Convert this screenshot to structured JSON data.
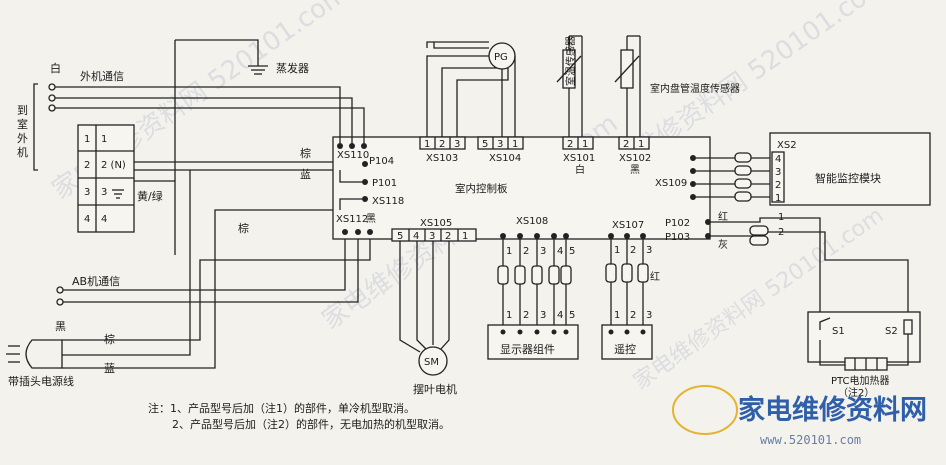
{
  "labels": {
    "white_top": "白",
    "outdoor_comm": "外机通信",
    "to_outdoor": "到室外机",
    "evaporator": "蒸发器",
    "pg": "PG",
    "room_temp_sensor": "室温传感器",
    "coil_temp_sensor": "室内盘管温度传感器",
    "xs110": "XS110",
    "p104": "P104",
    "p101": "P101",
    "xs118": "XS118",
    "xs112": "XS112",
    "xs112_black": "黑",
    "brown1": "棕",
    "blue1": "蓝",
    "brown2": "棕",
    "yellow_green": "黄/绿",
    "xs103": "XS103",
    "xs104": "XS104",
    "xs101": "XS101",
    "xs101_white": "白",
    "xs102": "XS102",
    "xs102_black": "黑",
    "board": "室内控制板",
    "xs109": "XS109",
    "xs2": "XS2",
    "monitor_module": "智能监控模块",
    "xs105": "XS105",
    "xs108": "XS108",
    "xs107": "XS107",
    "p102": "P102",
    "p103": "P103",
    "red1": "红",
    "gray": "灰",
    "red2": "红",
    "ab_comm": "AB机通信",
    "black_left": "黑",
    "brown_left": "棕",
    "blue_left": "蓝",
    "plug_cord": "带插头电源线",
    "sm": "SM",
    "swing_motor": "摆叶电机",
    "display": "显示器组件",
    "remote": "遥控",
    "s1": "S1",
    "s2": "S2",
    "ptc": "PTC电加热器",
    "ptc_note": "（注2）",
    "note1": "注：1、产品型号后加（注1）的部件，单冷机型取消。",
    "note2": "2、产品型号后加（注2）的部件，无电加热的机型取消。",
    "brand": "家电维修资料网",
    "brand_url": "www.520101.com",
    "watermark": "家电维修资料网 520101.com"
  },
  "terminal_block": {
    "left": [
      "1",
      "2",
      "3",
      "4"
    ],
    "right": [
      "1",
      "2 (N)",
      "3",
      "4"
    ]
  },
  "pins": {
    "xs103": [
      "1",
      "2",
      "3"
    ],
    "xs104": [
      "5",
      "3",
      "1"
    ],
    "xs101": [
      "2",
      "1"
    ],
    "xs102": [
      "2",
      "1"
    ],
    "xs105": [
      "5",
      "4",
      "3",
      "2",
      "1"
    ],
    "xs108": [
      "1",
      "2",
      "3",
      "4",
      "5"
    ],
    "xs107": [
      "1",
      "2",
      "3"
    ],
    "xs2": [
      "4",
      "3",
      "2",
      "1"
    ],
    "p_heater": [
      "1",
      "2"
    ]
  }
}
